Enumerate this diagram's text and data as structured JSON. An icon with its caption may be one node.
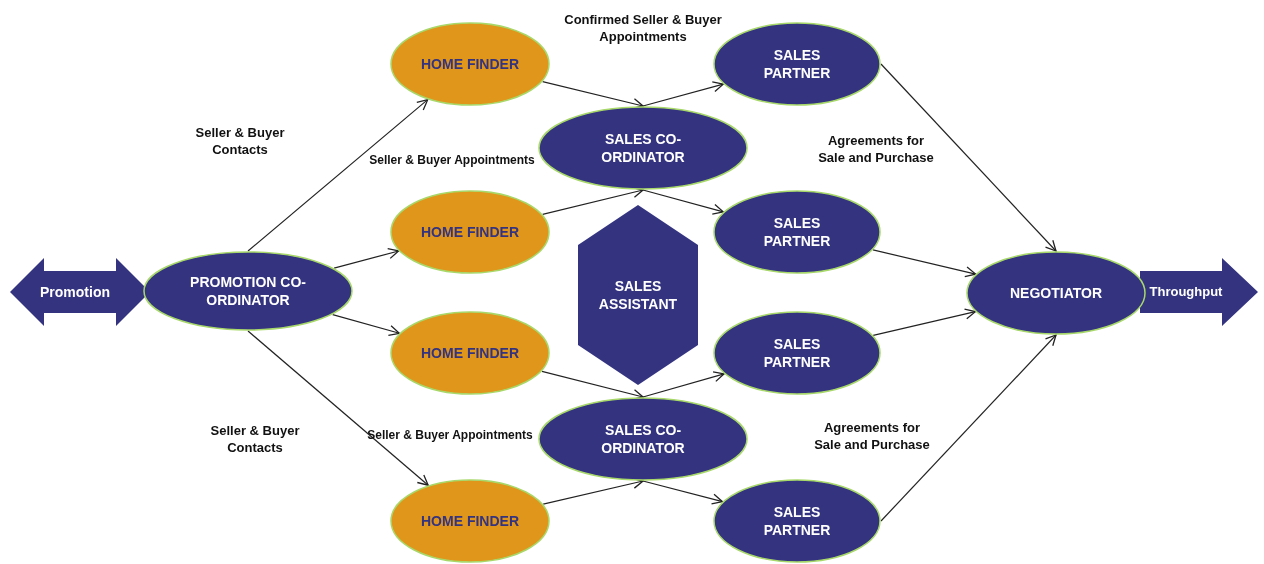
{
  "diagram": {
    "nodes": [
      {
        "text": [
          "Promotion"
        ]
      },
      {
        "text": [
          "PROMOTION CO-ORDINATOR"
        ]
      },
      {
        "text": [
          "HOME FINDER"
        ]
      },
      {
        "text": [
          "HOME FINDER"
        ]
      },
      {
        "text": [
          "HOME FINDER"
        ]
      },
      {
        "text": [
          "HOME FINDER"
        ]
      },
      {
        "text": [
          "SALES CO-ORDINATOR"
        ]
      },
      {
        "text": [
          "SALES ASSISTANT"
        ]
      },
      {
        "text": [
          "SALES CO-ORDINATOR"
        ]
      },
      {
        "text": [
          "SALES PARTNER"
        ]
      },
      {
        "text": [
          "SALES PARTNER"
        ]
      },
      {
        "text": [
          "SALES PARTNER"
        ]
      },
      {
        "text": [
          "SALES PARTNER"
        ]
      },
      {
        "text": [
          "NEGOTIATOR"
        ]
      },
      {
        "text": [
          "Throughput"
        ]
      }
    ],
    "edges": [
      {
        "from": 1,
        "to": 2,
        "arrow": "to"
      },
      {
        "from": 1,
        "to": 3,
        "arrow": "to"
      },
      {
        "from": 1,
        "to": 4,
        "arrow": "to"
      },
      {
        "from": 1,
        "to": 5,
        "arrow": "to"
      },
      {
        "from": 2,
        "to": 6,
        "arrow": "to"
      },
      {
        "from": 3,
        "to": 6,
        "arrow": "to"
      },
      {
        "from": 4,
        "to": 8,
        "arrow": "to"
      },
      {
        "from": 5,
        "to": 8,
        "arrow": "to"
      },
      {
        "from": 6,
        "to": 9,
        "arrow": "to"
      },
      {
        "from": 6,
        "to": 10,
        "arrow": "to"
      },
      {
        "from": 8,
        "to": 11,
        "arrow": "to"
      },
      {
        "from": 8,
        "to": 12,
        "arrow": "to"
      },
      {
        "from": 9,
        "to": 13,
        "arrow": "to"
      },
      {
        "from": 10,
        "to": 13,
        "arrow": "to"
      },
      {
        "from": 11,
        "to": 13,
        "arrow": "to"
      },
      {
        "from": 12,
        "to": 13,
        "arrow": "to"
      }
    ],
    "labels": [
      "Confirmed Seller & Buyer Appointments",
      "Seller & Buyer Contacts",
      "Seller & Buyer Appointments",
      "Agreements for Sale and Purchase",
      "Agreements for Sale and Purchase",
      "Seller & Buyer Contacts",
      "Seller & Buyer Appointments"
    ]
  }
}
